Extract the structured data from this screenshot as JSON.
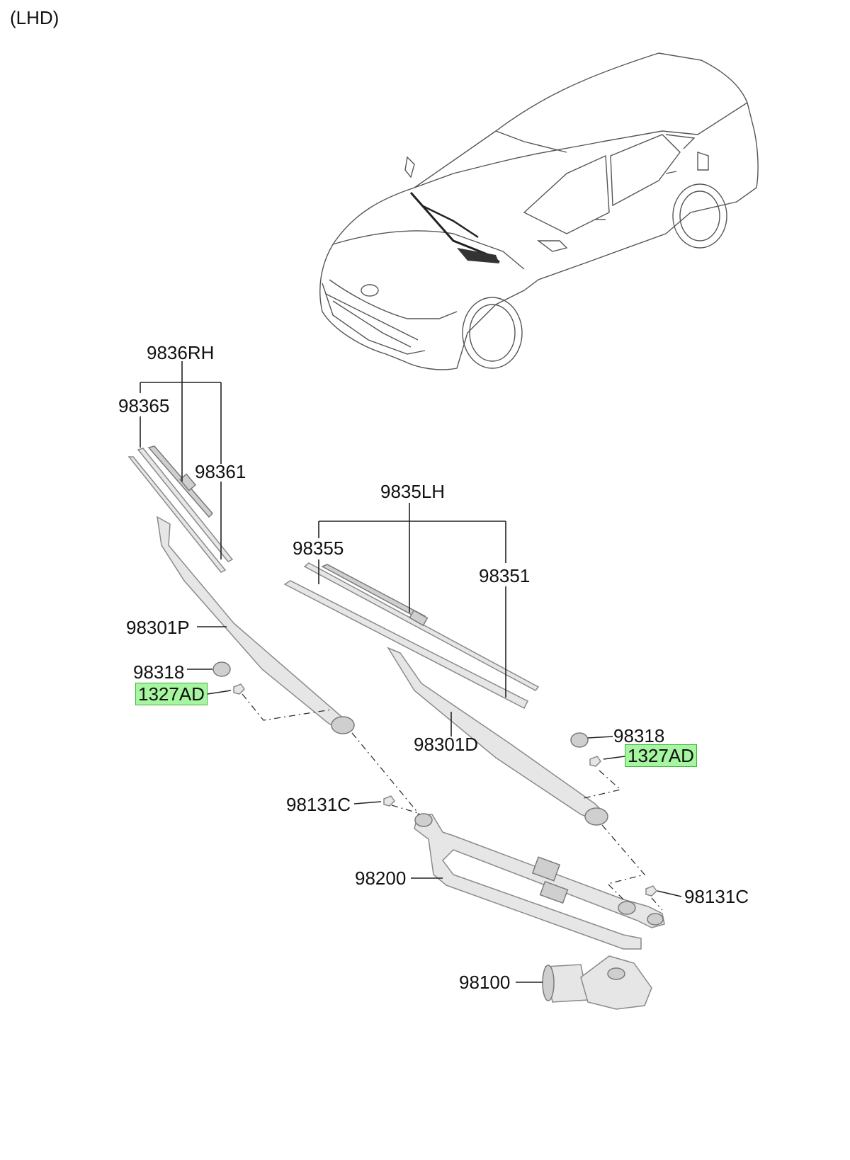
{
  "header": {
    "variant": "(LHD)"
  },
  "labels": {
    "rh_blade_assy": "9836RH",
    "rh_refill": "98365",
    "rh_blade": "98361",
    "lh_blade_assy": "9835LH",
    "lh_refill": "98355",
    "lh_blade": "98351",
    "passenger_arm": "98301P",
    "driver_arm": "98301D",
    "cap_left": "98318",
    "cap_right": "98318",
    "nut_left": "1327AD",
    "nut_right": "1327AD",
    "pivot_nut_left": "98131C",
    "pivot_nut_right": "98131C",
    "linkage": "98200",
    "motor": "98100"
  },
  "colors": {
    "highlight": "#a6f5a0",
    "highlight_border": "#3fb33a",
    "part_fill": "#e6e6e6"
  }
}
